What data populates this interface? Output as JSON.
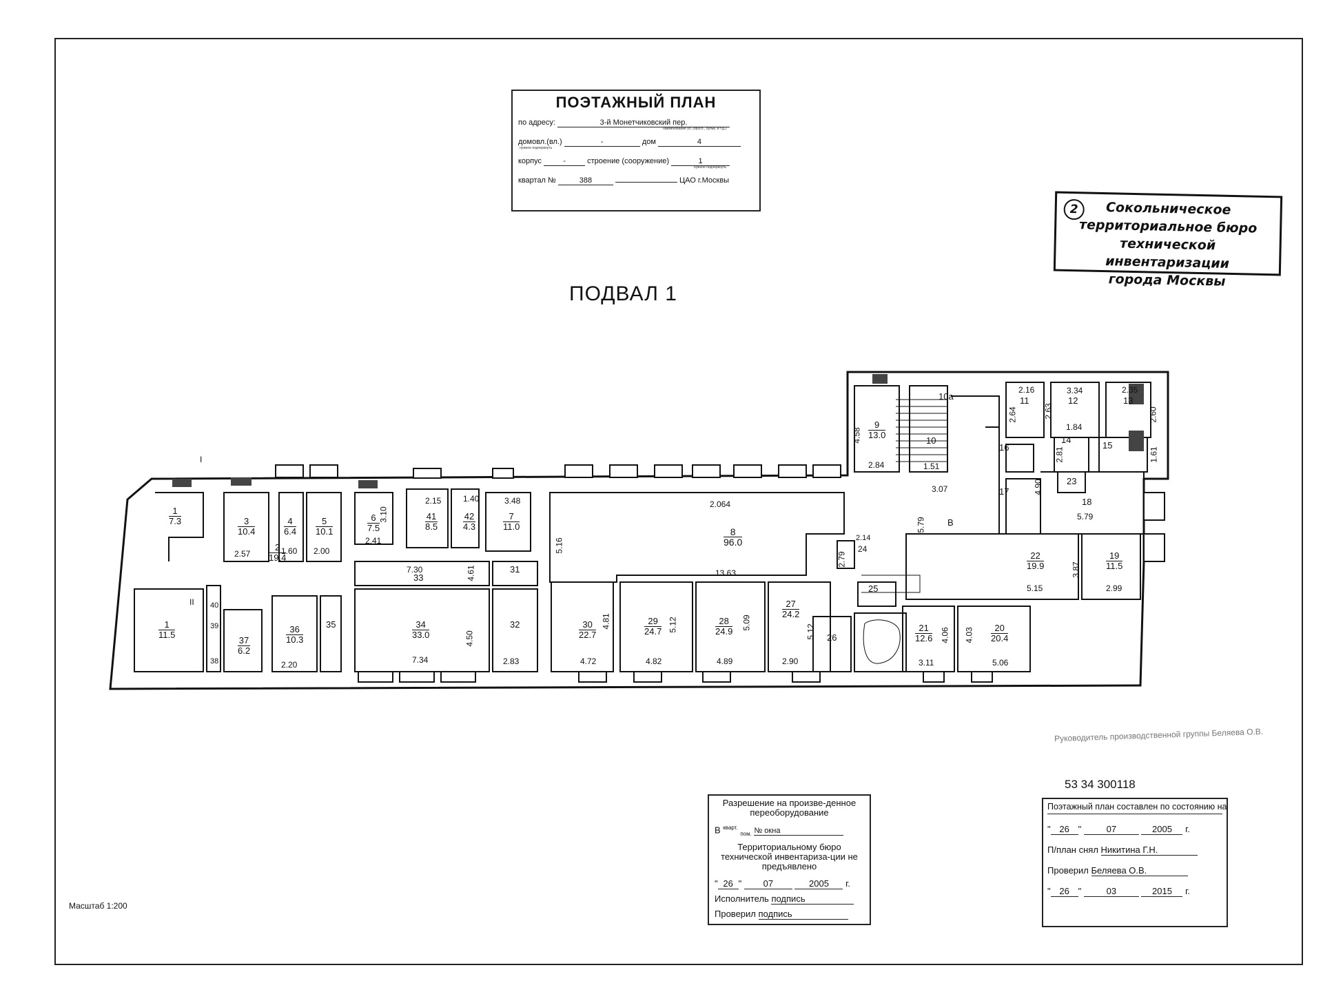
{
  "title_block": {
    "heading": "ПОЭТАЖНЫЙ ПЛАН",
    "address_label": "по адресу:",
    "address_value": "3-й Монетчиковский пер.",
    "address_sub": "наименование ул. (просп., бульв. и т.д.)",
    "domovl_label": "домовл.(вл.)",
    "domovl_value": "-",
    "domovl_sub": "нужное подчеркнуть",
    "dom_label": "дом",
    "dom_value": "4",
    "korpus_label": "корпус",
    "korpus_value": "-",
    "stroenie_label": "строение (сооружение)",
    "stroenie_value": "1",
    "stroenie_sub": "нужное подчеркнуть",
    "kvartal_label": "квартал №",
    "kvartal_value": "388",
    "district": "ЦАО г.Москвы"
  },
  "stamp": {
    "number": "2",
    "line1": "Сокольническое",
    "line2": "территориальное бюро",
    "line3": "технической инвентаризации",
    "line4": "города Москвы"
  },
  "floor_title": "ПОДВАЛ 1",
  "rooms": [
    {
      "n": "1",
      "a": "7.3"
    },
    {
      "n": "3",
      "a": "10.4"
    },
    {
      "n": "4",
      "a": "6.4"
    },
    {
      "n": "5",
      "a": "10.1"
    },
    {
      "n": "6",
      "a": "7.5"
    },
    {
      "n": "41",
      "a": "8.5"
    },
    {
      "n": "42",
      "a": "4.3"
    },
    {
      "n": "7",
      "a": "11.0"
    },
    {
      "n": "8",
      "a": "96.0"
    },
    {
      "n": "9",
      "a": "13.0"
    },
    {
      "n": "10а",
      "a": ""
    },
    {
      "n": "10",
      "a": ""
    },
    {
      "n": "11",
      "a": ""
    },
    {
      "n": "12",
      "a": ""
    },
    {
      "n": "13",
      "a": ""
    },
    {
      "n": "14",
      "a": ""
    },
    {
      "n": "15",
      "a": ""
    },
    {
      "n": "16",
      "a": ""
    },
    {
      "n": "17",
      "a": ""
    },
    {
      "n": "23",
      "a": ""
    },
    {
      "n": "18",
      "a": ""
    },
    {
      "n": "В",
      "a": ""
    },
    {
      "n": "24",
      "a": ""
    },
    {
      "n": "22",
      "a": "19.9"
    },
    {
      "n": "19",
      "a": "11.5"
    },
    {
      "n": "2",
      "a": "19.4"
    },
    {
      "n": "33",
      "a": ""
    },
    {
      "n": "31",
      "a": ""
    },
    {
      "n": "1",
      "a": "11.5"
    },
    {
      "n": "40",
      "a": ""
    },
    {
      "n": "39",
      "a": ""
    },
    {
      "n": "38",
      "a": ""
    },
    {
      "n": "37",
      "a": "6.2"
    },
    {
      "n": "36",
      "a": "10.3"
    },
    {
      "n": "35",
      "a": ""
    },
    {
      "n": "34",
      "a": "33.0"
    },
    {
      "n": "32",
      "a": ""
    },
    {
      "n": "30",
      "a": "22.7"
    },
    {
      "n": "29",
      "a": "24.7"
    },
    {
      "n": "28",
      "a": "24.9"
    },
    {
      "n": "27",
      "a": "24.2"
    },
    {
      "n": "26",
      "a": ""
    },
    {
      "n": "25",
      "a": ""
    },
    {
      "n": "21",
      "a": "12.6"
    },
    {
      "n": "20",
      "a": "20.4"
    }
  ],
  "dims": [
    "3.10",
    "2.41",
    "2.57",
    "1.60",
    "2.00",
    "2.15",
    "1.40",
    "3.48",
    "5.16",
    "2.064",
    "13.63",
    "4.58",
    "2.84",
    "1.51",
    "3.07",
    "5.79",
    "2.16",
    "3.34",
    "2.35",
    "2.64",
    "2.63",
    "2.60",
    "1.84",
    "2.81",
    "1.61",
    "4.90",
    "5.79",
    "2.14",
    "2.79",
    "3.87",
    "5.15",
    "2.99",
    "7.30",
    "4.61",
    "4.50",
    "7.34",
    "2.83",
    "4.81",
    "4.72",
    "5.12",
    "4.82",
    "5.09",
    "4.89",
    "5.12",
    "2.90",
    "4.06",
    "3.11",
    "4.03",
    "5.06",
    "2.20",
    "I",
    "II"
  ],
  "scale": "Масштаб 1:200",
  "signature_line": "Руководитель производственной группы Беляева О.В.",
  "cadastral": "53 34 300118",
  "permission": {
    "title": "Разрешение на произве-денное переоборудование",
    "kvart_label": "В",
    "kvart_sup": "кварт.",
    "kvart_sub": "пом.",
    "okna": "№ окна",
    "text": "Территориальному бюро технической инвентариза-ции не предъявлено",
    "day": "26",
    "month": "07",
    "year": "2005",
    "g": "г.",
    "executor_label": "Исполнитель",
    "executor_value": "подпись",
    "checked_label": "Проверил",
    "checked_value": "подпись"
  },
  "state": {
    "title": "Поэтажный план составлен по состоянию на",
    "day1": "26",
    "month1": "07",
    "year1": "2005",
    "g": "г.",
    "taken_label": "П/план снял",
    "taken_value": "Никитина Г.Н.",
    "checked_label": "Проверил",
    "checked_value": "Беляева О.В.",
    "day2": "26",
    "month2": "03",
    "year2": "2015"
  }
}
